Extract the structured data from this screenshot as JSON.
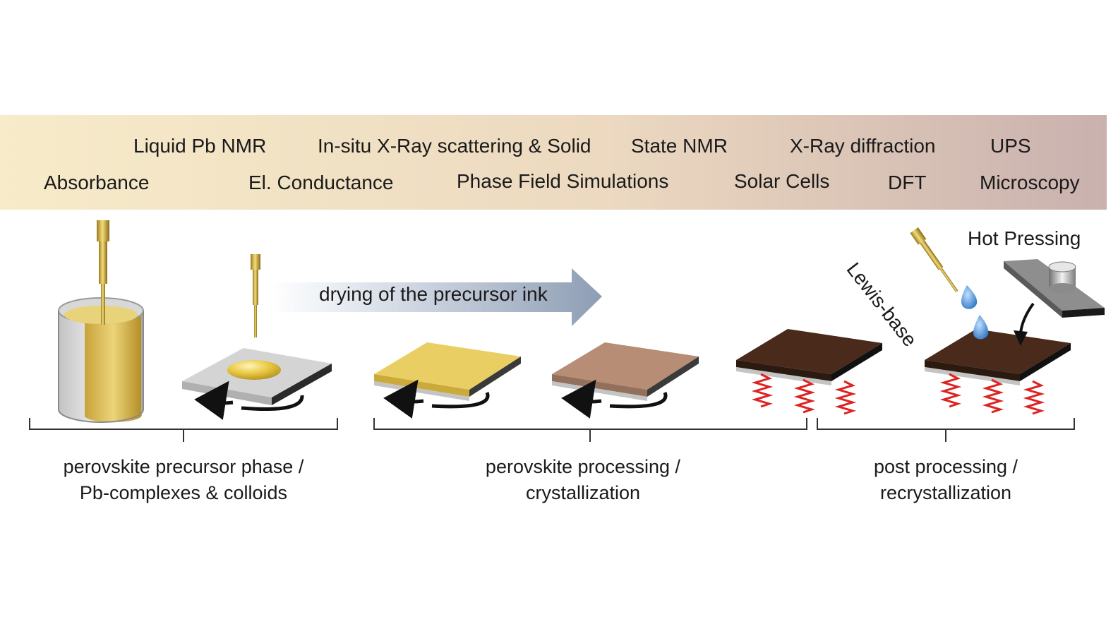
{
  "techniques": {
    "row1": [
      "Liquid Pb NMR",
      "In-situ X-Ray scattering & Solid",
      "State NMR",
      "X-Ray diffraction",
      "UPS"
    ],
    "row2": [
      "Absorbance",
      "El. Conductance",
      "Phase Field Simulations",
      "Solar Cells",
      "DFT",
      "Microscopy"
    ]
  },
  "process": {
    "arrow_label": "drying of the precursor ink",
    "lewis_base_label": "Lewis-base",
    "hot_pressing_label": "Hot Pressing"
  },
  "stages": [
    {
      "line1": "perovskite precursor phase /",
      "line2": "Pb-complexes & colloids"
    },
    {
      "line1": "perovskite processing /",
      "line2": "crystallization"
    },
    {
      "line1": "post processing /",
      "line2": "recrystallization"
    }
  ],
  "colors": {
    "banner_start": "#f6e8c4",
    "banner_end": "#cbb3b0",
    "precursor_yellow": "#e6c85a",
    "intermediate_brown": "#b48a72",
    "perovskite_dark": "#4a2a1a",
    "spring_red": "#dd2222",
    "droplet_blue": "#4a90d9",
    "substrate_gray": "#c9c9c9"
  }
}
